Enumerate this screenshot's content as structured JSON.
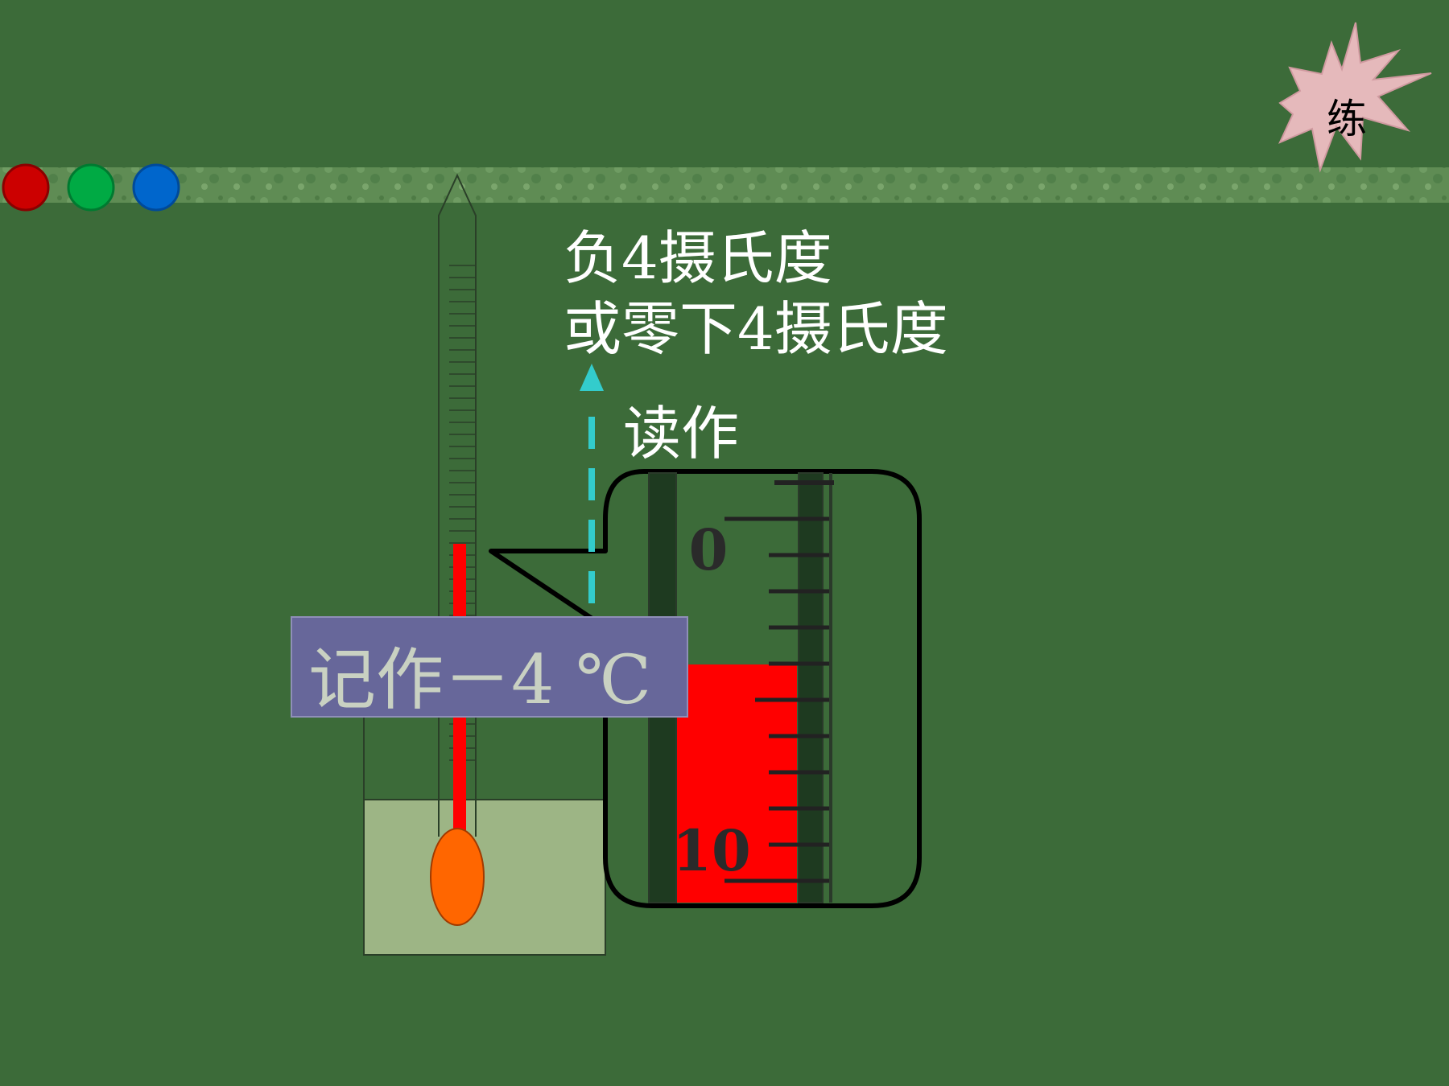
{
  "slide": {
    "practice_badge": "练",
    "reading_line1": "负4摄氏度",
    "reading_line2": "或零下4摄氏度",
    "read_as_label": "读作",
    "record_label": "记作－4 ℃",
    "scale_zero_label": "0",
    "scale_ten_label": "10",
    "nav_dots": [
      "red-dot",
      "green-dot",
      "blue-dot"
    ],
    "temperature_value": -4
  },
  "colors": {
    "background": "#3c6b39",
    "mercury": "#ff0000",
    "bulb": "#ff6600",
    "water": "#9db585",
    "arrow": "#33cccc",
    "record_box": "#67679a",
    "badge": "#e5b9bb",
    "nav_red": "#cc0000",
    "nav_green": "#00aa44",
    "nav_blue": "#0066cc"
  }
}
